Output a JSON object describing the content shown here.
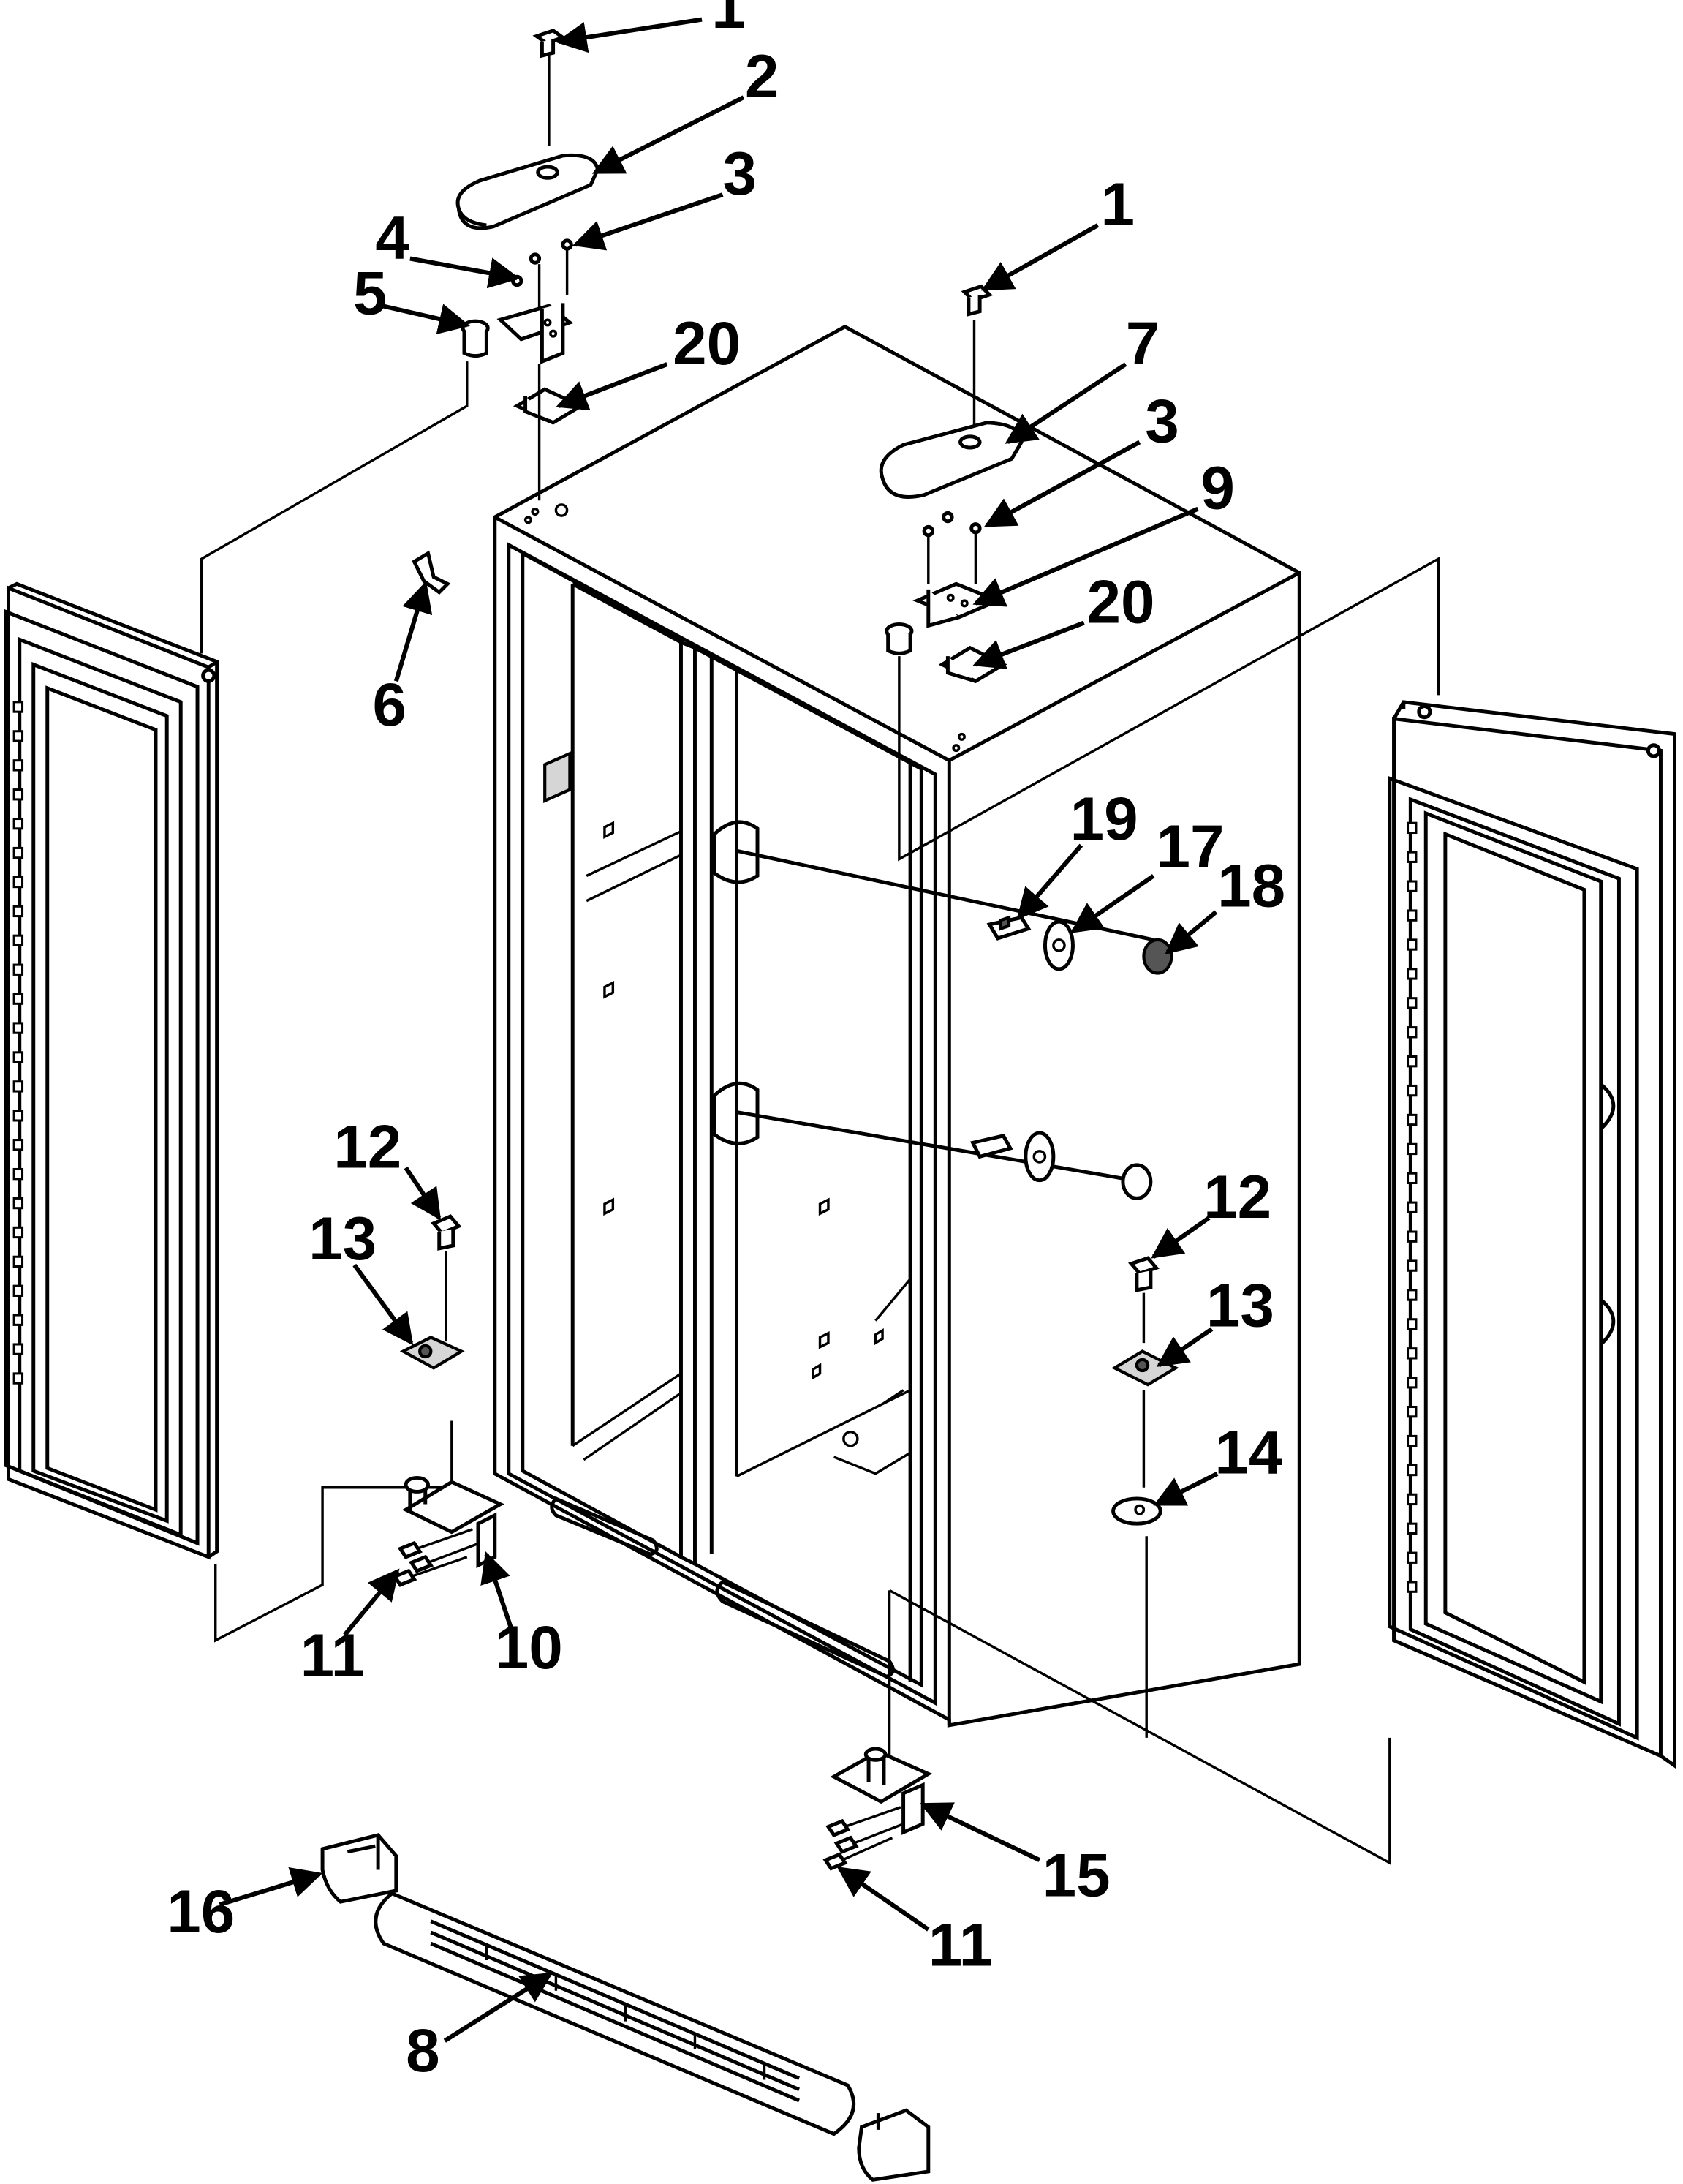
{
  "callouts": [
    {
      "id": "c1a",
      "text": "1"
    },
    {
      "id": "c2",
      "text": "2"
    },
    {
      "id": "c3a",
      "text": "3"
    },
    {
      "id": "c4",
      "text": "4"
    },
    {
      "id": "c5",
      "text": "5"
    },
    {
      "id": "c20a",
      "text": "20"
    },
    {
      "id": "c6",
      "text": "6"
    },
    {
      "id": "c1b",
      "text": "1"
    },
    {
      "id": "c7",
      "text": "7"
    },
    {
      "id": "c3b",
      "text": "3"
    },
    {
      "id": "c9",
      "text": "9"
    },
    {
      "id": "c20b",
      "text": "20"
    },
    {
      "id": "c19",
      "text": "19"
    },
    {
      "id": "c17",
      "text": "17"
    },
    {
      "id": "c18",
      "text": "18"
    },
    {
      "id": "c12a",
      "text": "12"
    },
    {
      "id": "c13a",
      "text": "13"
    },
    {
      "id": "c11a",
      "text": "11"
    },
    {
      "id": "c10",
      "text": "10"
    },
    {
      "id": "c12b",
      "text": "12"
    },
    {
      "id": "c13b",
      "text": "13"
    },
    {
      "id": "c14",
      "text": "14"
    },
    {
      "id": "c15",
      "text": "15"
    },
    {
      "id": "c11b",
      "text": "11"
    },
    {
      "id": "c16",
      "text": "16"
    },
    {
      "id": "c8",
      "text": "8"
    }
  ]
}
